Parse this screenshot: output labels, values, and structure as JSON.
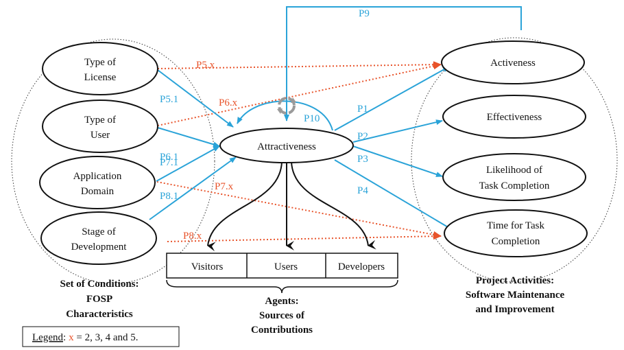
{
  "colors": {
    "blue": "#2aa3d8",
    "red": "#e8532a",
    "black": "#111111"
  },
  "conditions": [
    {
      "line1": "Type of",
      "line2": "License"
    },
    {
      "line1": "Type of",
      "line2": "User"
    },
    {
      "line1": "Application",
      "line2": "Domain"
    },
    {
      "line1": "Stage of",
      "line2": "Development"
    }
  ],
  "center": "Attractiveness",
  "activities": [
    {
      "line1": "Activeness",
      "line2": ""
    },
    {
      "line1": "Effectiveness",
      "line2": ""
    },
    {
      "line1": "Likelihood of",
      "line2": "Task Completion"
    },
    {
      "line1": "Time for Task",
      "line2": "Completion"
    }
  ],
  "agents": [
    "Visitors",
    "Users",
    "Developers"
  ],
  "labels": {
    "p1": "P1",
    "p2": "P2",
    "p3": "P3",
    "p4": "P4",
    "p5_1": "P5.1",
    "p6_1": "P6.1",
    "p7_1": "P7.1",
    "p8_1": "P8.1",
    "p5_x": "P5.x",
    "p6_x": "P6.x",
    "p7_x": "P7.x",
    "p8_x": "P8.x",
    "p9": "P9",
    "p10": "P10"
  },
  "captions": {
    "conditions": [
      "Set of Conditions:",
      "FOSP",
      "Characteristics"
    ],
    "agents": [
      "Agents:",
      "Sources of",
      "Contributions"
    ],
    "activities": [
      "Project Activities:",
      "Software Maintenance",
      "and Improvement"
    ]
  },
  "legend": {
    "prefix": "Legend",
    "colon": ":",
    "x": "x",
    "rest": " = 2, 3, 4 and 5."
  }
}
